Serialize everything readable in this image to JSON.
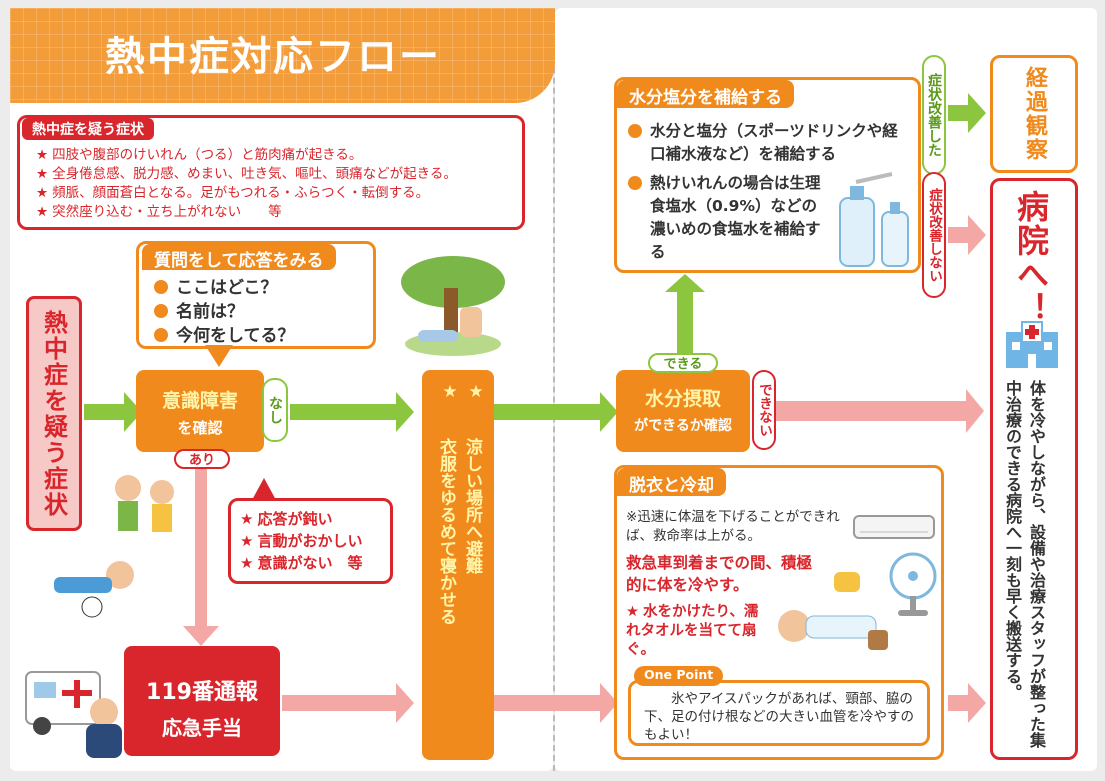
{
  "title": "熱中症対応フロー",
  "suspected_symptoms": {
    "heading": "熱中症を疑う症状",
    "items": [
      "四肢や腹部のけいれん（つる）と筋肉痛が起きる。",
      "全身倦怠感、脱力感、めまい、吐き気、嘔吐、頭痛などが起きる。",
      "頻脈、顔面蒼白となる。足がもつれる・ふらつく・転倒する。",
      "突然座り込む・立ち上がれない　　等"
    ]
  },
  "start_label": "熱中症を疑う症状",
  "questions": {
    "heading": "質問をして応答をみる",
    "items": [
      "ここはどこ？",
      "名前は？",
      "今何をしてる？"
    ]
  },
  "consciousness": {
    "line1": "意識障害",
    "line2": "を確認",
    "no_label": "なし",
    "yes_label": "あり"
  },
  "impaired_signs": [
    "応答が鈍い",
    "言動がおかしい",
    "意識がない　等"
  ],
  "emergency": {
    "line1": "119番通報",
    "line2": "応急手当"
  },
  "cool_place": {
    "line1": "涼しい場所へ避難",
    "line2": "衣服をゆるめて寝かせる"
  },
  "water_check": {
    "line1": "水分摂取",
    "line2": "ができるか確認",
    "can_label": "できる",
    "cannot_label": "できない"
  },
  "hydration": {
    "heading": "水分塩分を補給する",
    "items": [
      "水分と塩分（スポーツドリンクや経口補水液など）を補給する",
      "熱けいれんの場合は生理食塩水（0.9%）などの濃いめの食塩水を補給する"
    ]
  },
  "improved_label": "症状改善した",
  "not_improved_label": "症状改善しない",
  "observe_label": "経過観察",
  "hospital": {
    "label": "病院へ！",
    "description": "体を冷やしながら、設備や治療スタッフが整った集中治療のできる病院へ一刻も早く搬送する。"
  },
  "cooling": {
    "heading": "脱衣と冷却",
    "note": "※迅速に体温を下げることができれば、救命率は上がる。",
    "emphasis": "救急車到着までの間、積極的に体を冷やす。",
    "method": "水をかけたり、濡れタオルを当てて扇ぐ。"
  },
  "one_point": {
    "label": "One Point",
    "text": "氷やアイスパックがあれば、頸部、脇の下、足の付け根などの大きい血管を冷やすのもよい！"
  },
  "colors": {
    "orange": "#f08a1c",
    "red": "#d9262c",
    "green": "#8cc63f",
    "pink": "#f3a8a6",
    "light_orange": "#fbe3c8"
  },
  "icons": [
    "hospital-icon",
    "ambulance-icon",
    "tree-icon",
    "water-bottle-icon",
    "fan-icon",
    "air-conditioner-icon"
  ]
}
